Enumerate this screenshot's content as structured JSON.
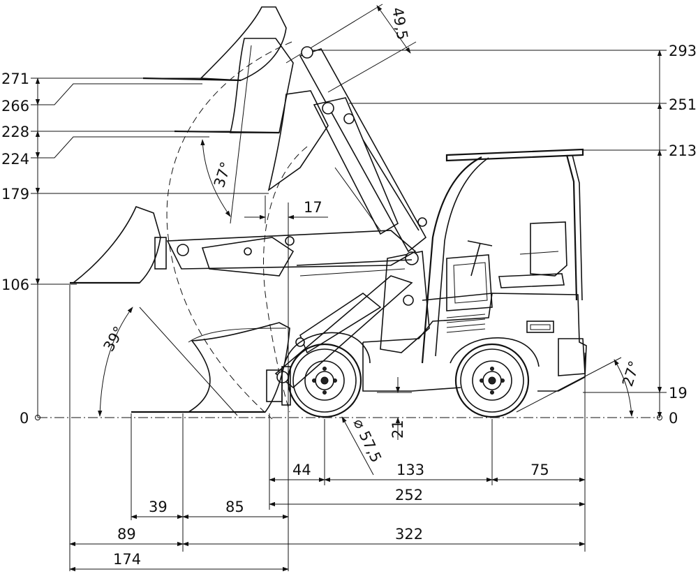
{
  "left_scale": {
    "labels": [
      "271",
      "266",
      "228",
      "224",
      "179",
      "106",
      "0"
    ]
  },
  "right_scale": {
    "labels": [
      "293",
      "251",
      "213",
      "19",
      "0"
    ]
  },
  "angles": {
    "bucket_tilt_top": "37°",
    "bucket_tilt_bottom": "39°",
    "departure": "27°"
  },
  "dims": {
    "bucket_overhang": "17",
    "hinge_pin": "49,5",
    "wheel_diameter": "⌀ 57,5",
    "ground_clearance": "21"
  },
  "bottom_dims": {
    "front_to_axle": "44",
    "wheelbase": "133",
    "rear_overhang": "75",
    "body_length": "252",
    "bucket_39": "39",
    "bucket_85": "85",
    "reach_89": "89",
    "total_322": "322",
    "reach_174": "174"
  }
}
